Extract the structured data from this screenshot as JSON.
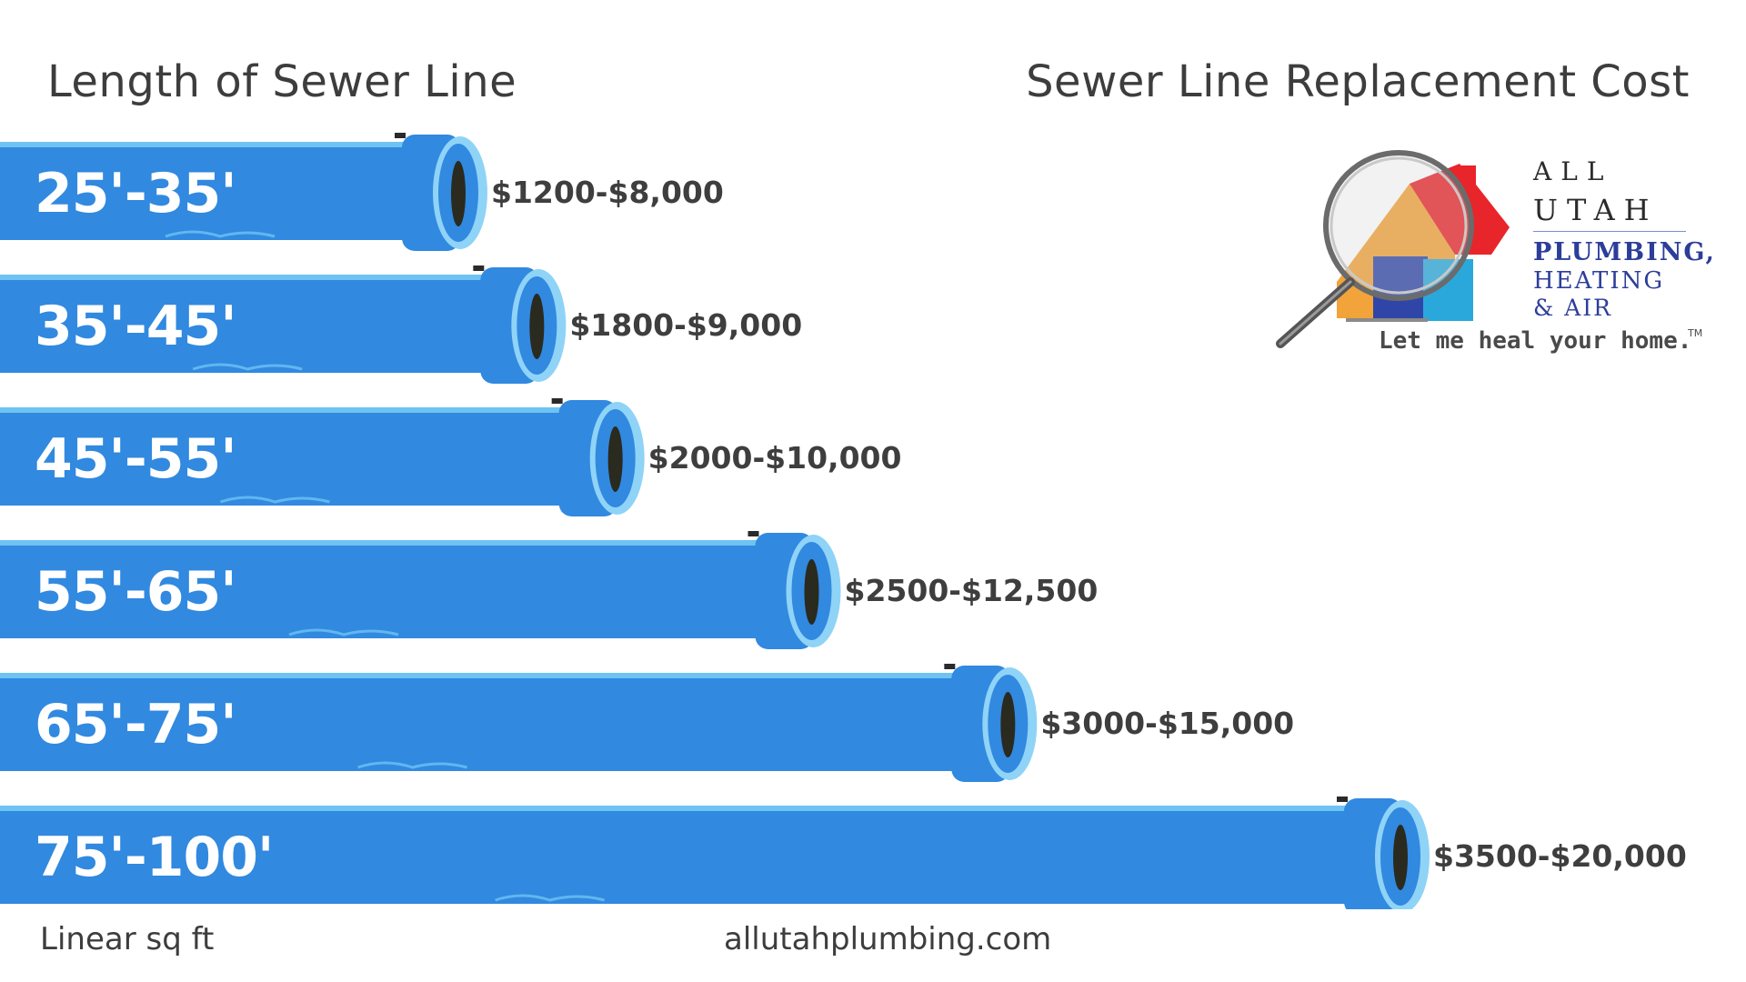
{
  "headings": {
    "left": "Length of Sewer Line",
    "right": "Sewer Line Replacement Cost"
  },
  "footer": {
    "unit_note": "Linear sq ft",
    "website": "allutahplumbing.com"
  },
  "logo": {
    "line1": "ALL",
    "line2": "UTAH",
    "line3": "PLUMBING,",
    "line4": "HEATING",
    "line5": "& AIR",
    "tagline": "Let me heal your home.",
    "tm": "TM"
  },
  "colors": {
    "pipe_body": "#3189e0",
    "pipe_highlight": "#6ec3f2",
    "pipe_rim": "#8fd3f7",
    "pipe_opening": "#2a2a1e",
    "text_dark": "#3d3d3d"
  },
  "chart_data": {
    "type": "bar",
    "orientation": "horizontal",
    "categories": [
      "25'-35'",
      "35'-45'",
      "45'-55'",
      "55'-65'",
      "65'-75'",
      "75'-100'"
    ],
    "series": [
      {
        "values": [
          8000,
          9000,
          10000,
          12500,
          15000,
          20000
        ]
      }
    ],
    "cost_min": [
      1200,
      1800,
      2000,
      2500,
      3000,
      3500
    ],
    "data_labels": [
      "$1200-$8,000",
      "$1800-$9,000",
      "$2000-$10,000",
      "$2500-$12,500",
      "$3000-$15,000",
      "$3500-$20,000"
    ],
    "title": "",
    "xlabel": "",
    "ylabel": "",
    "grid": false,
    "legend": "none"
  }
}
